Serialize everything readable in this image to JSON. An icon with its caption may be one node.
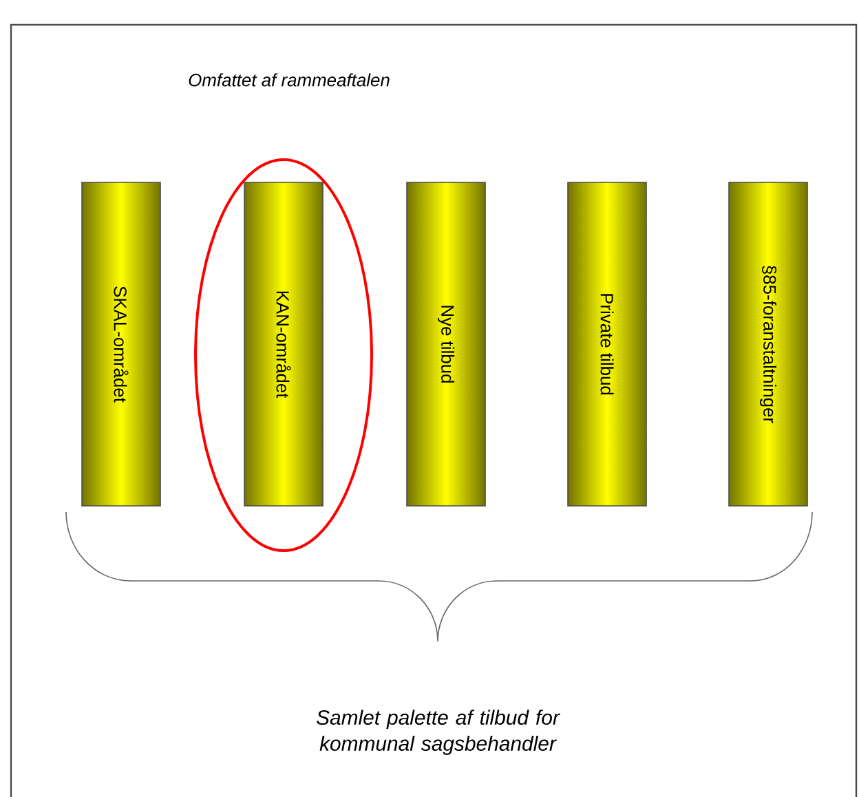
{
  "diagram": {
    "nodes": [
      {
        "text": [
          "Omfattet af rammeaftalen"
        ]
      },
      {
        "text": [
          "SKAL-området"
        ]
      },
      {
        "text": [
          "KAN-området"
        ],
        "in": 0
      },
      {
        "text": [
          "Nye tilbud"
        ]
      },
      {
        "text": [
          "Private tilbud"
        ]
      },
      {
        "text": [
          "§85-foranstaltninger"
        ]
      }
    ],
    "labels": [
      "Samlet palette af tilbud for kommunal sagsbehandler"
    ]
  }
}
